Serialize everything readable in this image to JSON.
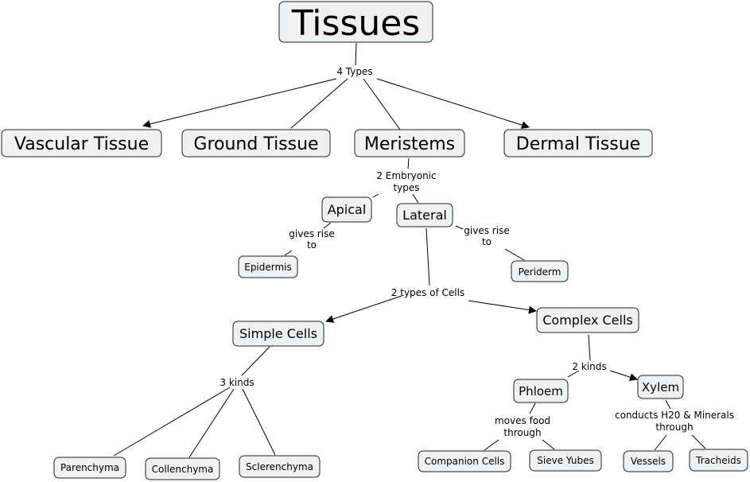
{
  "concept_map": {
    "nodes": {
      "tissues": "Tissues",
      "vascular": "Vascular Tissue",
      "ground": "Ground Tissue",
      "meristems": "Meristems",
      "dermal": "Dermal Tissue",
      "apical": "Apical",
      "lateral": "Lateral",
      "epidermis": "Epidermis",
      "periderm": "Periderm",
      "simple_cells": "Simple Cells",
      "complex_cells": "Complex Cells",
      "phloem": "Phloem",
      "xylem": "Xylem",
      "parenchyma": "Parenchyma",
      "collenchyma": "Collenchyma",
      "sclerenchyma": "Sclerenchyma",
      "companion_cells": "Companion Cells",
      "sieve_yubes": "Sieve Yubes",
      "vessels": "Vessels",
      "tracheids": "Tracheids"
    },
    "links": {
      "four_types": "4 Types",
      "two_embryonic_1": "2 Embryonic",
      "two_embryonic_2": "types",
      "gives_rise_apical_1": "gives rise",
      "gives_rise_apical_2": "to",
      "gives_rise_lateral_1": "gives rise",
      "gives_rise_lateral_2": "to",
      "two_types_cells": "2 types of Cells",
      "three_kinds": "3 kinds",
      "two_kinds": "2 kinds",
      "moves_food_1": "moves food",
      "moves_food_2": "through",
      "conducts_1": "conducts H20 & Minerals",
      "conducts_2": "through"
    }
  }
}
